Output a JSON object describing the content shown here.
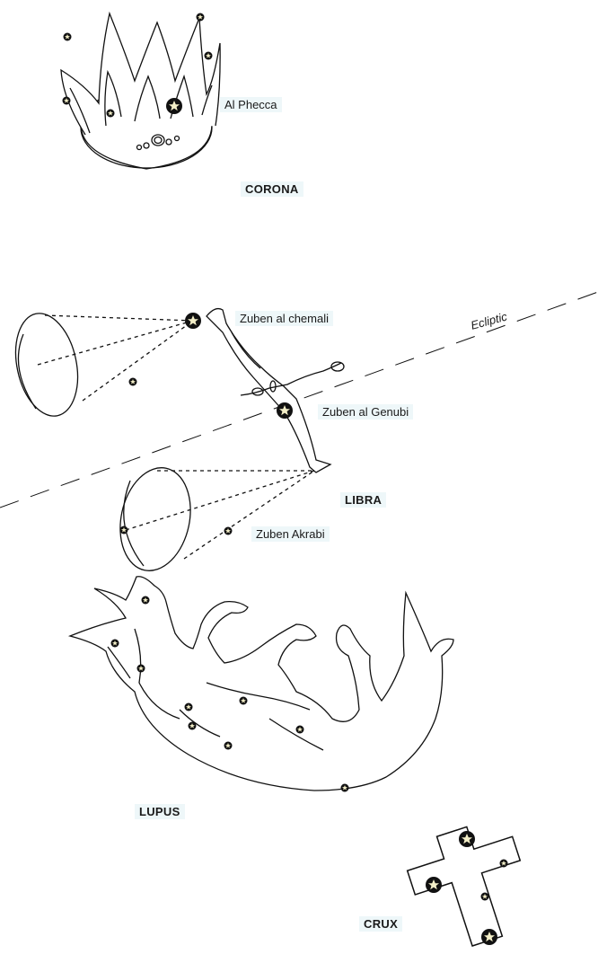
{
  "constellations": {
    "corona": "CORONA",
    "libra": "LIBRA",
    "lupus": "LUPUS",
    "crux": "CRUX"
  },
  "stars": {
    "al_phecca": "Al Phecca",
    "zuben_al_chemali": "Zuben al chemali",
    "zuben_al_genubi": "Zuben al Genubi",
    "zuben_akrabi": "Zuben Akrabi"
  },
  "ecliptic_label": "Ecliptic",
  "colors": {
    "ink": "#111111",
    "star_fill": "#f4efc8",
    "label_bg": "#eef7f9"
  }
}
